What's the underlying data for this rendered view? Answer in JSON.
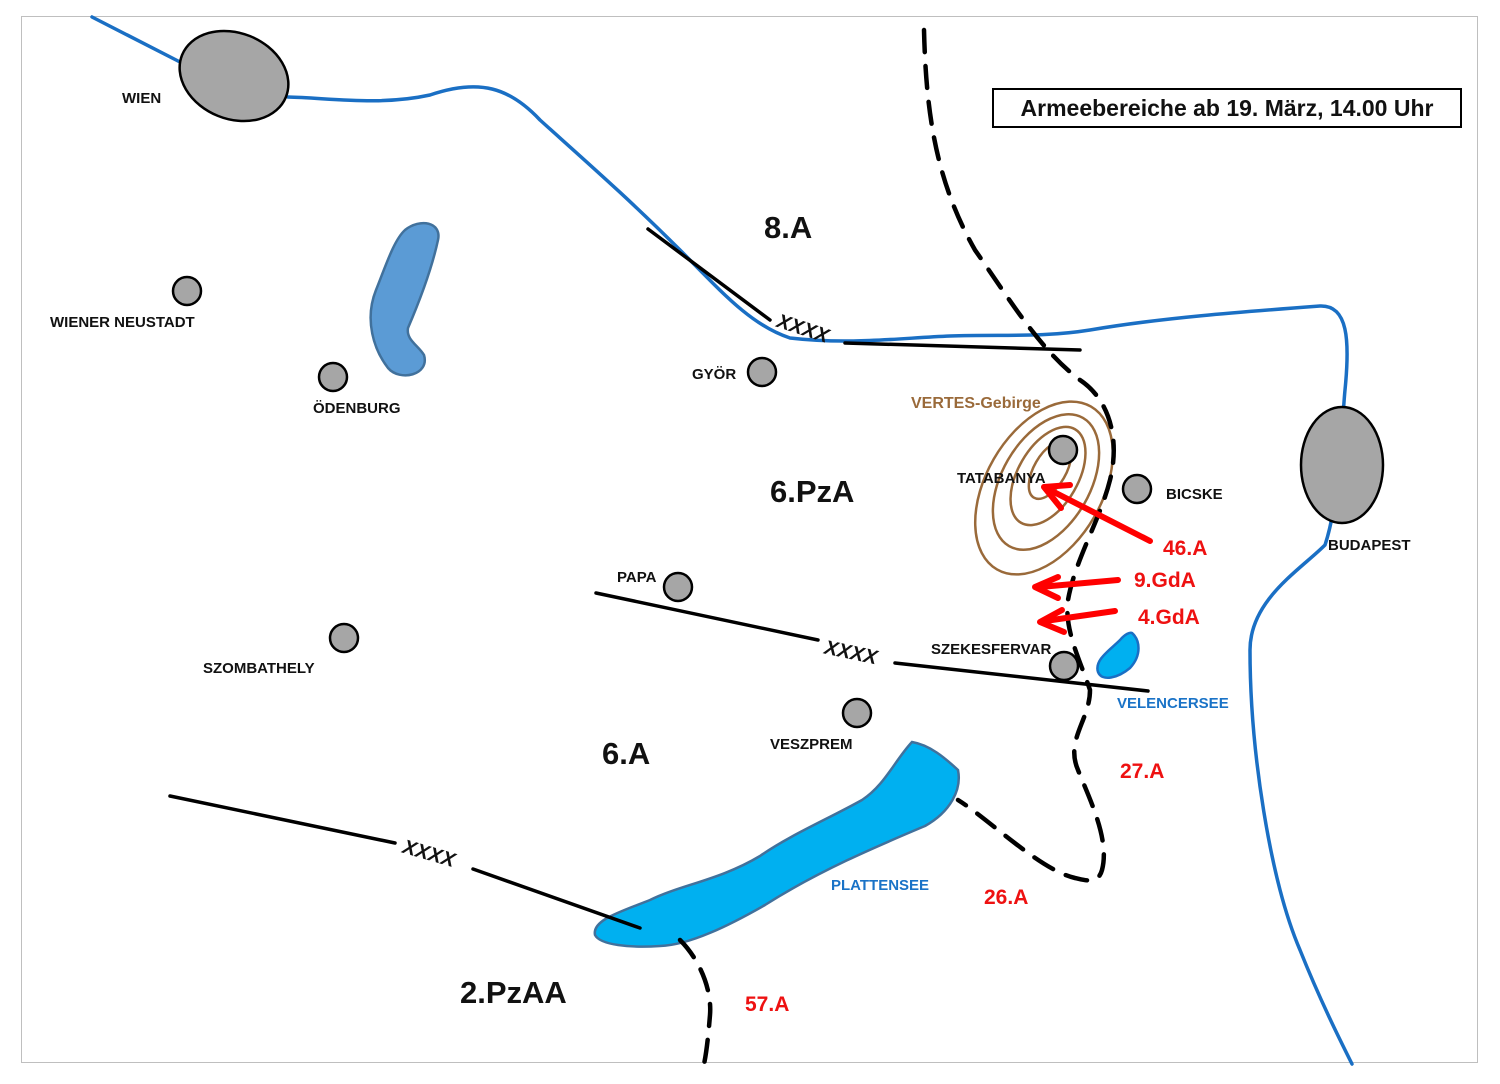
{
  "title": "Armeebereiche ab 19. März, 14.00 Uhr",
  "colors": {
    "river": "#1a6fc4",
    "lake": "#5b9bd5",
    "lake_bright": "#00b0f0",
    "city_fill": "#a6a6a6",
    "soviet_red": "#ff0000",
    "mountain_brown": "#9a6a3a",
    "boundary_black": "#000000"
  },
  "cities": {
    "wien": "WIEN",
    "wiener_neustadt": "WIENER NEUSTADT",
    "odenburg": "ÖDENBURG",
    "gyor": "GYÖR",
    "tatabanya": "TATABANYA",
    "bicske": "BICSKE",
    "budapest": "BUDAPEST",
    "papa": "PAPA",
    "szombathely": "SZOMBATHELY",
    "szekesfervar": "SZEKESFERVAR",
    "veszprem": "VESZPREM"
  },
  "features": {
    "mountains": "VERTES-Gebirge",
    "lake_velence": "VELENCERSEE",
    "lake_balaton": "PLATTENSEE"
  },
  "german_armies": {
    "a8": "8.A",
    "pza6": "6.PzA",
    "a6": "6.A",
    "pzaa2": "2.PzAA"
  },
  "soviet_armies": {
    "a46": "46.A",
    "gda9": "9.GdA",
    "gda4": "4.GdA",
    "a27": "27.A",
    "a26": "26.A",
    "a57": "57.A"
  },
  "boundary_symbol": "XXXX"
}
